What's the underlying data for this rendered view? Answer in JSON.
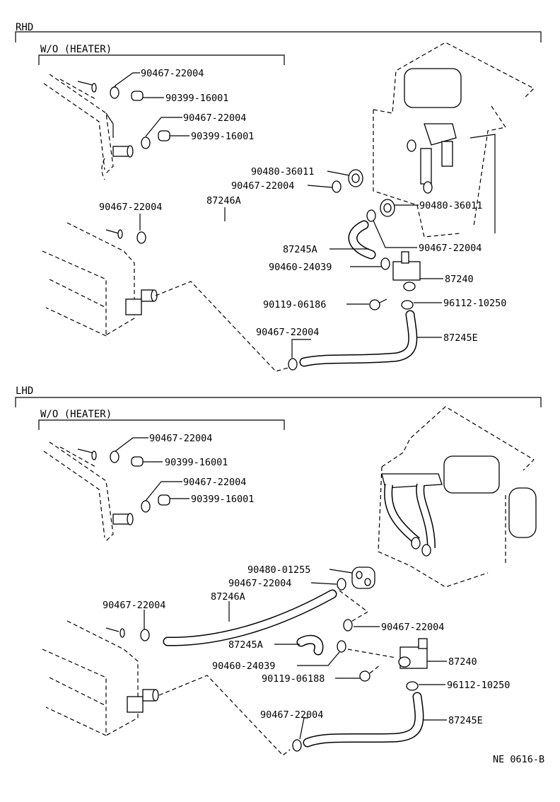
{
  "sections": [
    {
      "title": "RHD",
      "subtitle": "W/O  (HEATER)",
      "labels": [
        "90467-22004",
        "90399-16001",
        "90467-22004",
        "90399-16001",
        "90480-36011",
        "90467-22004",
        "87246A",
        "90467-22004",
        "90480-36011",
        "87245A",
        "90467-22004",
        "90460-24039",
        "87240",
        "90119-06186",
        "96112-10250",
        "90467-22004",
        "87245E"
      ]
    },
    {
      "title": "LHD",
      "subtitle": "W/O  (HEATER)",
      "labels": [
        "90467-22004",
        "90399-16001",
        "90467-22004",
        "90399-16001",
        "90480-01255",
        "90467-22004",
        "87246A",
        "90467-22004",
        "90467-22004",
        "87245A",
        "90460-24039",
        "87240",
        "90119-06188",
        "96112-10250",
        "90467-22004",
        "87245E"
      ]
    }
  ],
  "figure_code": "NE 0616-B"
}
